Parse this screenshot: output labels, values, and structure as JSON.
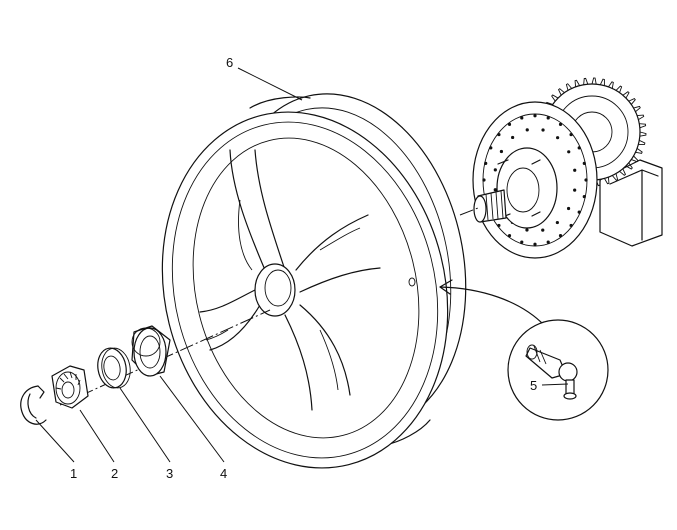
{
  "diagram": {
    "callouts": [
      {
        "id": "c1",
        "label": "1"
      },
      {
        "id": "c2",
        "label": "2"
      },
      {
        "id": "c3",
        "label": "3"
      },
      {
        "id": "c4",
        "label": "4"
      },
      {
        "id": "c5",
        "label": "5"
      },
      {
        "id": "c6",
        "label": "6"
      }
    ]
  },
  "parts": {
    "circlip": "circlip-icon",
    "nut": "hub-nut-icon",
    "washer": "washer-icon",
    "bushing": "spacer-bushing-icon",
    "valve": "tyre-valve-icon",
    "wheel": "rear-wheel-rim-icon",
    "hub": "brake-disc-sprocket-hub-icon"
  },
  "colors": {
    "line": "#111111",
    "background": "#ffffff"
  }
}
